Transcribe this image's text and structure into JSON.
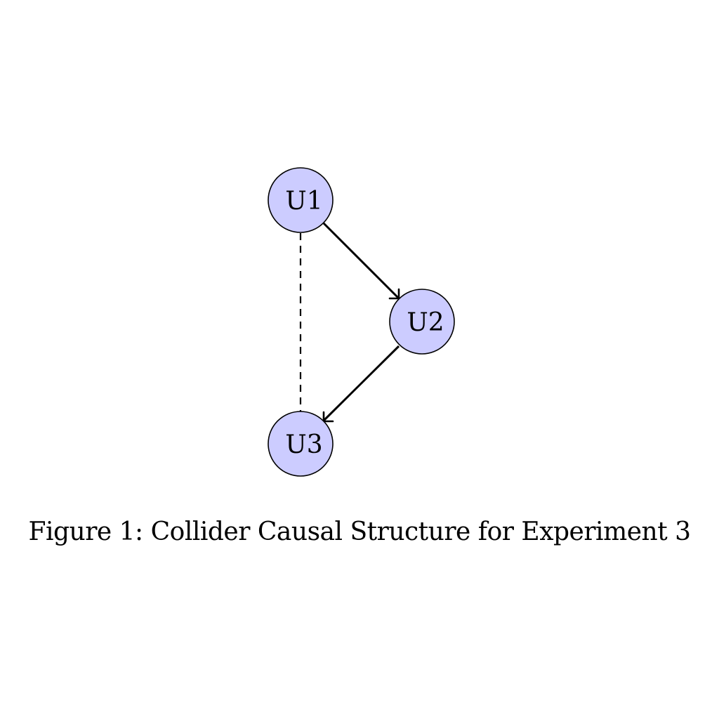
{
  "diagram": {
    "nodes": [
      {
        "id": "U1",
        "label": "U1"
      },
      {
        "id": "U2",
        "label": "U2"
      },
      {
        "id": "U3",
        "label": "U3"
      }
    ],
    "edges": [
      {
        "from": "U1",
        "to": "U2",
        "style": "solid",
        "directed": true
      },
      {
        "from": "U2",
        "to": "U3",
        "style": "solid",
        "directed": true
      },
      {
        "from": "U1",
        "to": "U3",
        "style": "dashed",
        "directed": false
      }
    ],
    "node_fill": "#ccccff",
    "node_stroke": "#000000"
  },
  "caption": "Figure 1: Collider Causal Structure for Experiment 3"
}
